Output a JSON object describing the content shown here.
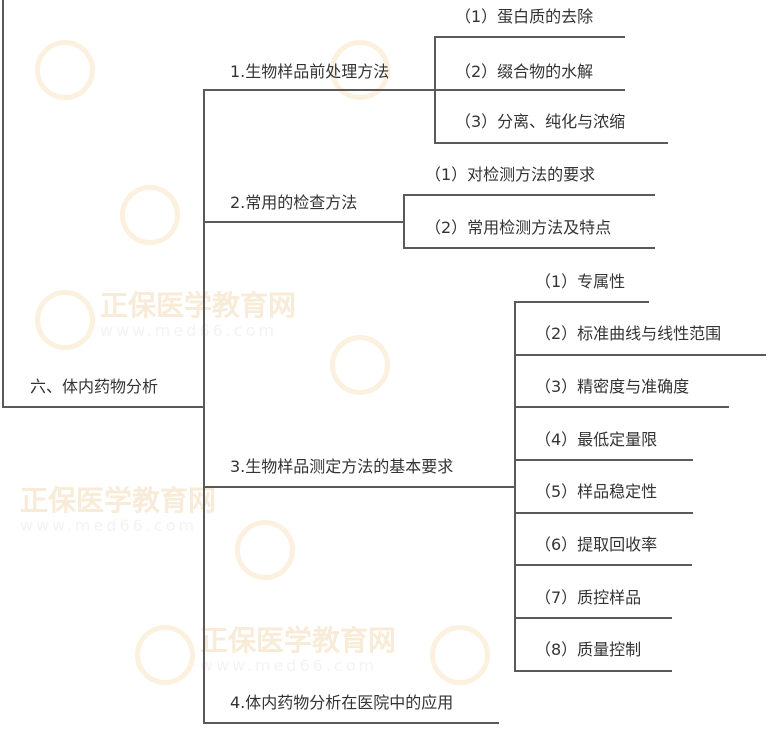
{
  "watermark": {
    "brand": "正保医学教育网",
    "url": "www.med66.com"
  },
  "root": {
    "label": "六、体内药物分析"
  },
  "branches": [
    {
      "label": "1.生物样品前处理方法",
      "children": [
        "（1）蛋白质的去除",
        "（2）缀合物的水解",
        "（3）分离、纯化与浓缩"
      ]
    },
    {
      "label": "2.常用的检查方法",
      "children": [
        "（1）对检测方法的要求",
        "（2）常用检测方法及特点"
      ]
    },
    {
      "label": "3.生物样品测定方法的基本要求",
      "children": [
        "（1）专属性",
        "（2）标准曲线与线性范围",
        "（3）精密度与准确度",
        "（4）最低定量限",
        "（5）样品稳定性",
        "（6）提取回收率",
        "（7）质控样品",
        "（8）质量控制"
      ]
    },
    {
      "label": "4.体内药物分析在医院中的应用",
      "children": []
    }
  ]
}
